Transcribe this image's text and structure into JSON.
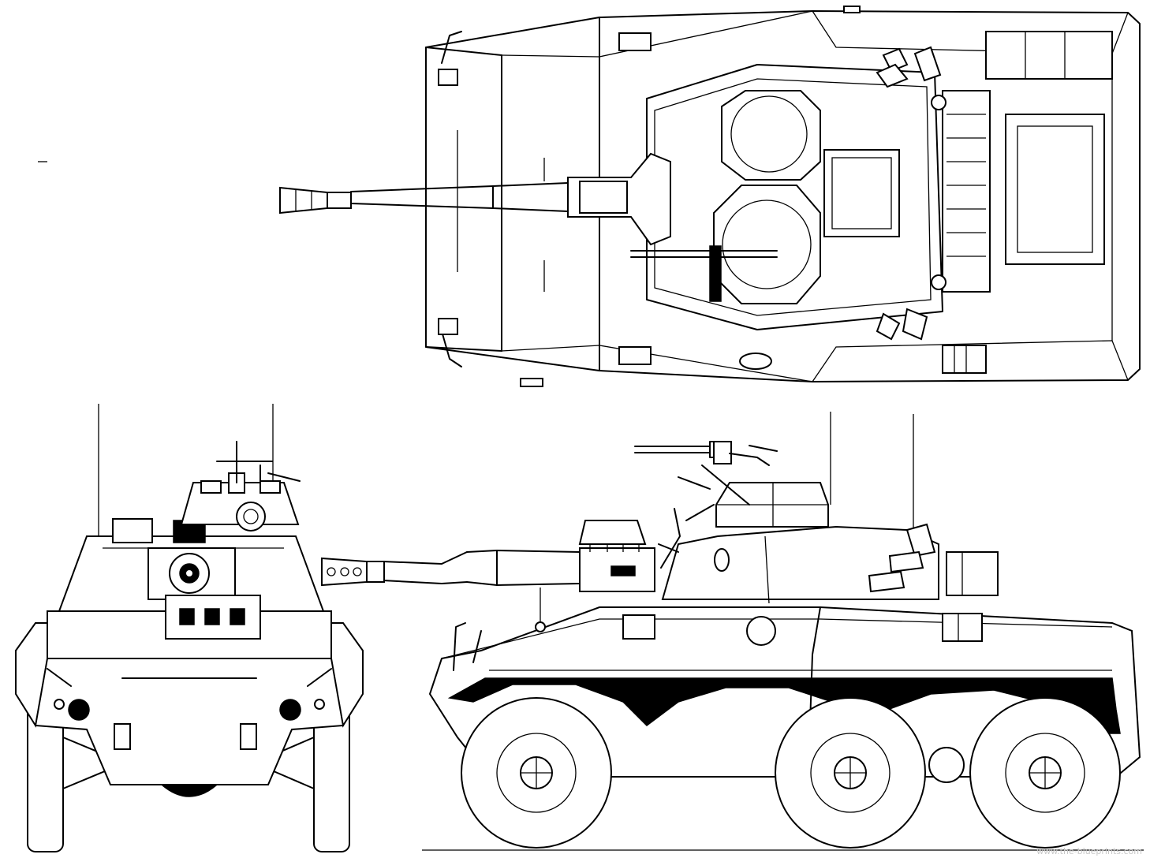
{
  "watermark": {
    "text": "www.the-blueprints.com"
  },
  "views": {
    "top": {
      "icon": "armored-car-top-view"
    },
    "front": {
      "icon": "armored-car-front-view"
    },
    "side": {
      "icon": "armored-car-side-view"
    }
  }
}
